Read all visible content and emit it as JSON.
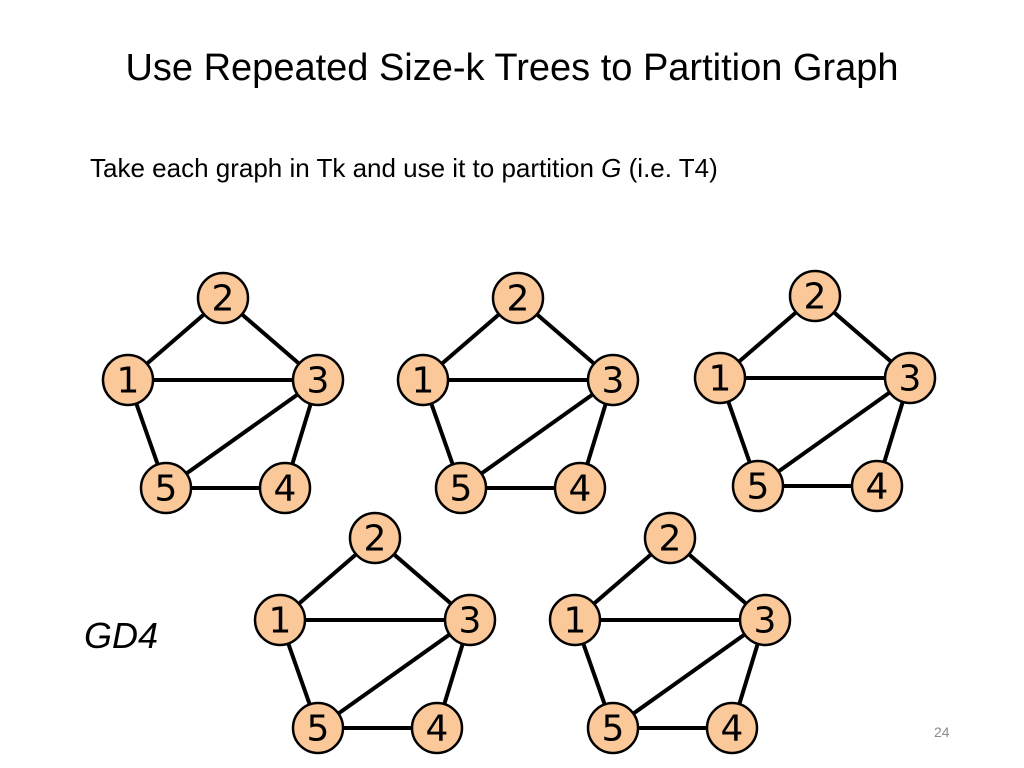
{
  "slide": {
    "title": "Use Repeated Size-k Trees to Partition Graph",
    "subtitle_before": "Take each graph in Tk and use it to partition ",
    "subtitle_italic": "G",
    "subtitle_after": " (i.e. T4)",
    "graph_label": "GD4",
    "page_number": "24"
  },
  "graph": {
    "nodes": [
      "1",
      "2",
      "3",
      "4",
      "5"
    ],
    "edges": [
      [
        "1",
        "2"
      ],
      [
        "2",
        "3"
      ],
      [
        "1",
        "3"
      ],
      [
        "1",
        "5"
      ],
      [
        "3",
        "5"
      ],
      [
        "3",
        "4"
      ],
      [
        "5",
        "4"
      ]
    ],
    "node_fill": "#fbc89a",
    "edge_color": "#000000",
    "copies": 5
  }
}
